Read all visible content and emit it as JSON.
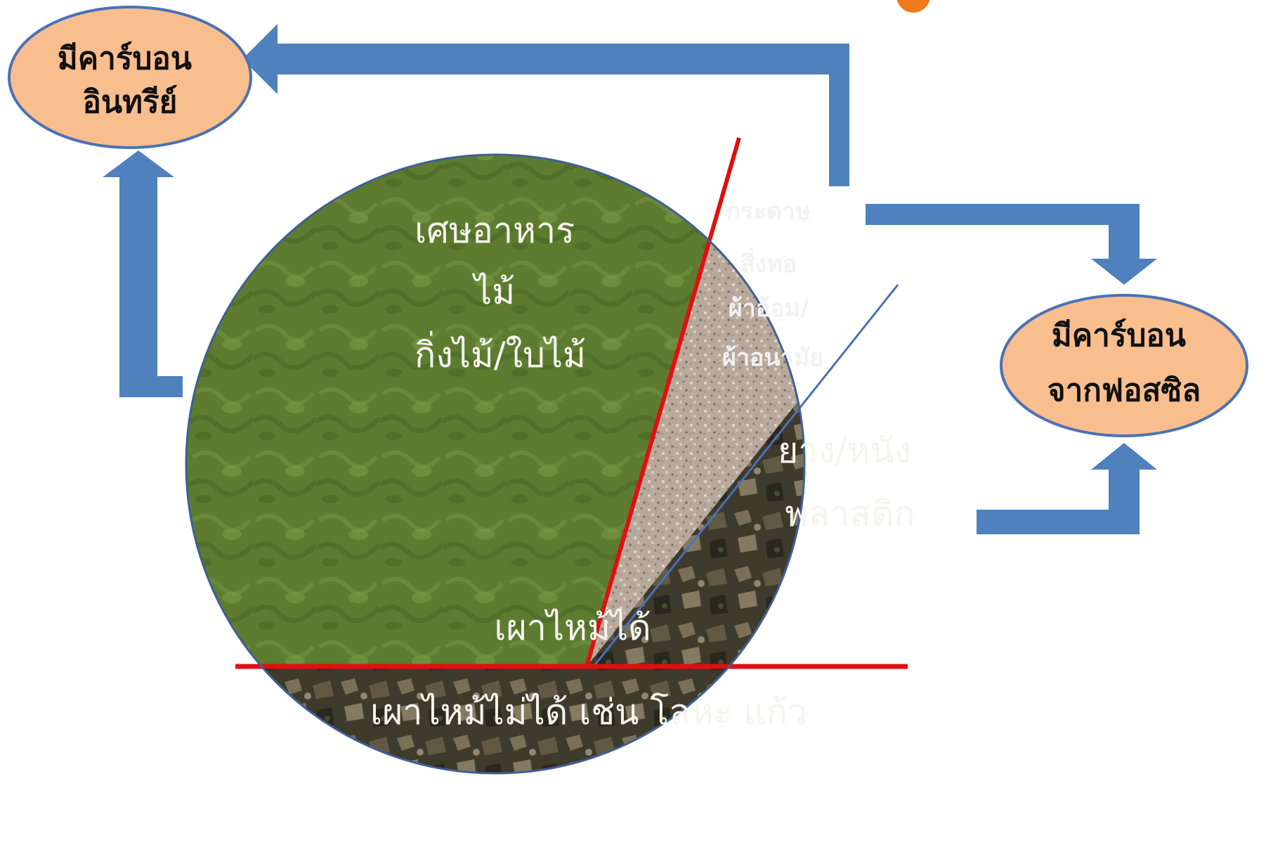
{
  "organic_carbon": {
    "lines": [
      "มีคาร์บอน",
      "อินทรีย์"
    ]
  },
  "fossil_carbon": {
    "lines": [
      "มีคาร์บอน",
      "จากฟอสซิล"
    ]
  },
  "pie": {
    "green_segment": {
      "lines": [
        "เศษอาหาร",
        "ไม้",
        "กิ่งไม้/ใบไม้"
      ]
    },
    "paper_segment": {
      "lines": [
        "กระดาษ",
        "สิ่งทอ",
        "ผ้าอ้อม/",
        "ผ้าอนามัย"
      ]
    },
    "plastic_segment": {
      "lines": [
        "ยาง/หนัง",
        "พลาสติก"
      ]
    },
    "combustible_label": "เผาไหม้ได้",
    "non_combustible_label": "เผาไหม้ไม่ได้ เช่น โลหะ แก้ว"
  },
  "colors": {
    "ellipse_fill": "#f9be8e",
    "ellipse_stroke": "#4a72b4",
    "arrow": "#4f81bd",
    "green": "#5b7a30",
    "paper": "#b9aa9e",
    "waste_dark": "#3f3a2c",
    "divider": "#e01010",
    "accent_orange": "#f07a1c"
  }
}
